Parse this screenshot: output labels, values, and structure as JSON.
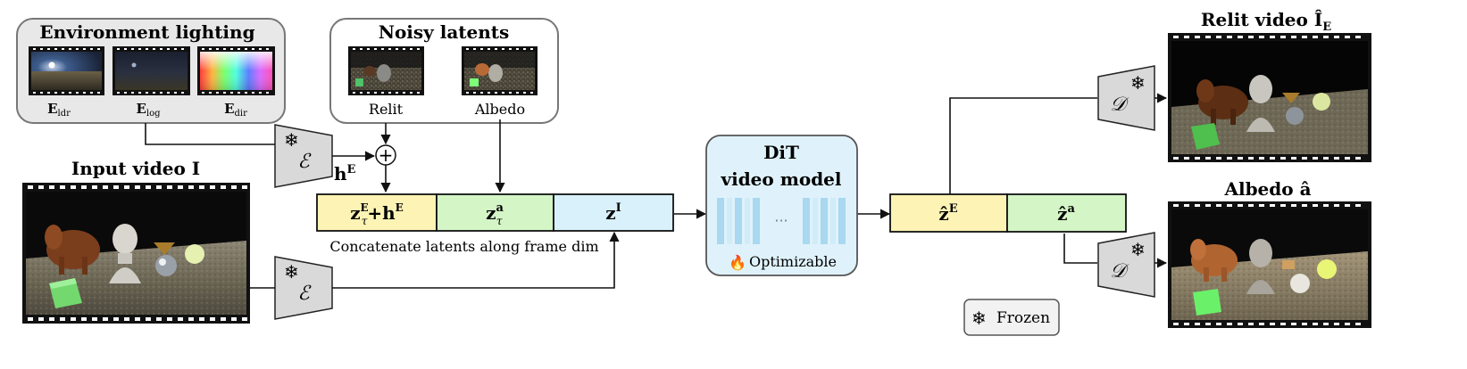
{
  "env": {
    "title": "Environment lighting",
    "maps": [
      {
        "base": "E",
        "sub": "ldr"
      },
      {
        "base": "E",
        "sub": "log"
      },
      {
        "base": "E",
        "sub": "dir"
      }
    ]
  },
  "noisy": {
    "title": "Noisy latents",
    "relit": "Relit",
    "albedo": "Albedo"
  },
  "input": {
    "title_prefix": "Input video",
    "title_sym": "I"
  },
  "encoder_symbol": "ℰ",
  "decoder_symbol": "𝒟",
  "h_label": {
    "base": "h",
    "sup": "E"
  },
  "plus": "+",
  "latents": {
    "seg1": {
      "base": "z",
      "sup": "E",
      "sub": "τ",
      "plus": "+",
      "h": "h",
      "hsup": "E"
    },
    "seg2": {
      "base": "z",
      "sup": "a",
      "sub": "τ"
    },
    "seg3": {
      "base": "z",
      "sup": "I"
    },
    "caption": "Concatenate latents along frame dim"
  },
  "dit": {
    "line1": "DiT",
    "line2": "video model",
    "ellipsis": "···",
    "optimizable": "Optimizable"
  },
  "outputs": {
    "seg1": {
      "base": "ẑ",
      "sup": "E"
    },
    "seg2": {
      "base": "ẑ",
      "sup": "a"
    }
  },
  "relit_out": {
    "title_prefix": "Relit video",
    "sym": "Î",
    "sub": "E"
  },
  "albedo_out": {
    "title_prefix": "Albedo",
    "sym": "â"
  },
  "frozen": "Frozen",
  "colors": {
    "yellow": "#fdf3b5",
    "green": "#d4f5c6",
    "blue": "#d8f1fb",
    "dit_box": "#dff2fb",
    "dit_bar": "#a9d8f0",
    "coder": "#d9d9d9"
  }
}
